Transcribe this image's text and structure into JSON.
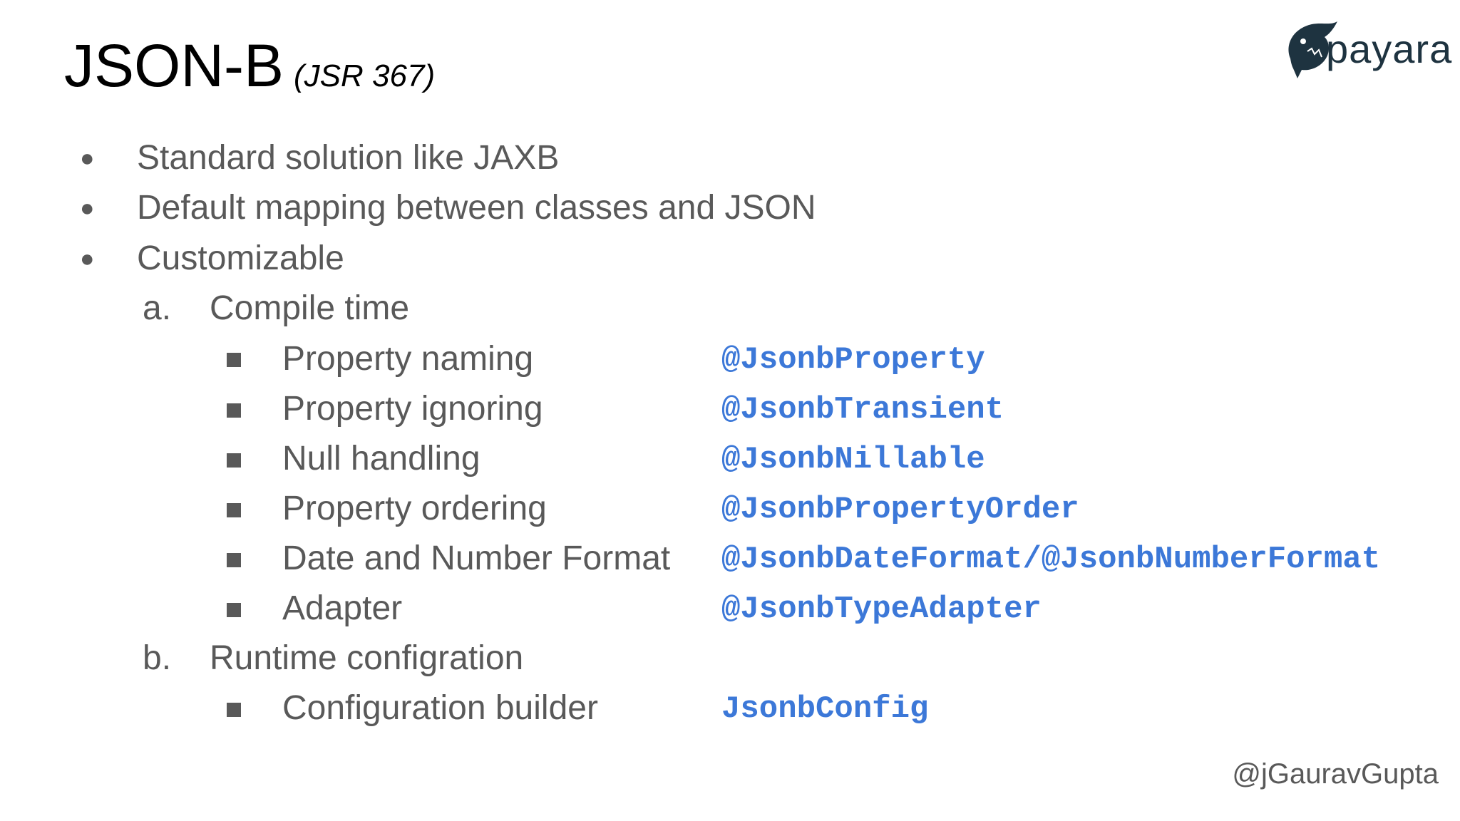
{
  "title": {
    "main": "JSON-B",
    "sub": "(JSR 367)"
  },
  "logo": {
    "text": "payara",
    "icon": "payara-fish-icon",
    "color": "#1e3340"
  },
  "bullets": [
    "Standard solution like JAXB",
    "Default mapping between classes and JSON",
    "Customizable"
  ],
  "compile_time": {
    "marker": "a.",
    "label": "Compile time",
    "items": [
      {
        "label": "Property naming",
        "code": "@JsonbProperty"
      },
      {
        "label": "Property ignoring",
        "code": "@JsonbTransient"
      },
      {
        "label": "Null handling",
        "code": "@JsonbNillable"
      },
      {
        "label": "Property ordering",
        "code": "@JsonbPropertyOrder"
      },
      {
        "label": "Date and Number Format",
        "code": "@JsonbDateFormat/@JsonbNumberFormat"
      },
      {
        "label": "Adapter",
        "code": "@JsonbTypeAdapter"
      }
    ]
  },
  "runtime": {
    "marker": "b.",
    "label": "Runtime configration",
    "items": [
      {
        "label": "Configuration builder",
        "code": "JsonbConfig"
      }
    ]
  },
  "footer": {
    "handle": "@jGauravGupta"
  },
  "colors": {
    "text": "#595959",
    "code": "#3c78d8",
    "title": "#000000"
  }
}
